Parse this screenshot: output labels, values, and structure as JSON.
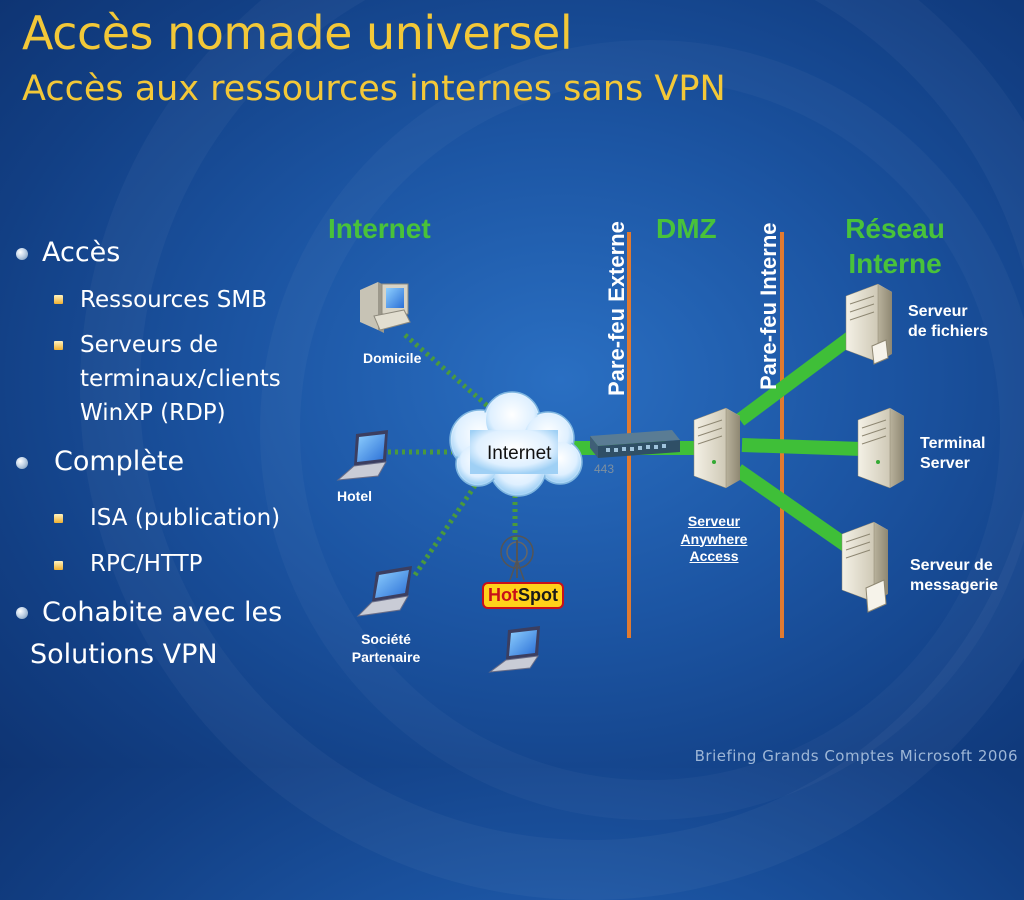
{
  "slide": {
    "title": "Accès nomade universel",
    "subtitle": "Accès aux ressources internes sans VPN",
    "footer": "Briefing Grands Comptes Microsoft 2006"
  },
  "bullets": {
    "acces": "Accès",
    "acces_items": [
      "Ressources SMB",
      "Serveurs de",
      "terminaux/clients",
      "WinXP (RDP)"
    ],
    "complete": "Complète",
    "complete_items": [
      "ISA (publication)",
      "RPC/HTTP"
    ],
    "cohabite": [
      "Cohabite avec les",
      "Solutions VPN"
    ]
  },
  "diagram": {
    "zones": {
      "internet": "Internet",
      "dmz": "DMZ",
      "reseau_interne": [
        "Réseau",
        "Interne"
      ]
    },
    "firewalls": {
      "externe": "Pare-feu Externe",
      "interne": "Pare-feu Interne"
    },
    "cloud_label": "Internet",
    "port_label": "443",
    "clients": {
      "domicile": "Domicile",
      "hotel": "Hotel",
      "societe": [
        "Société",
        "Partenaire"
      ],
      "hotspot": [
        "Hot",
        "Spot"
      ]
    },
    "servers": {
      "anywhere": [
        "Serveur",
        "Anywhere",
        "Access"
      ],
      "fichiers": [
        "Serveur",
        "de fichiers"
      ],
      "terminal": [
        "Terminal",
        "Server"
      ],
      "messagerie": [
        "Serveur de",
        "messagerie"
      ]
    },
    "colors": {
      "title": "#f3c838",
      "zone_label": "#49c23a",
      "link": "#3fbf38",
      "firewall_line": "#e07a30",
      "dotted_link": "#4a9a3c"
    }
  }
}
